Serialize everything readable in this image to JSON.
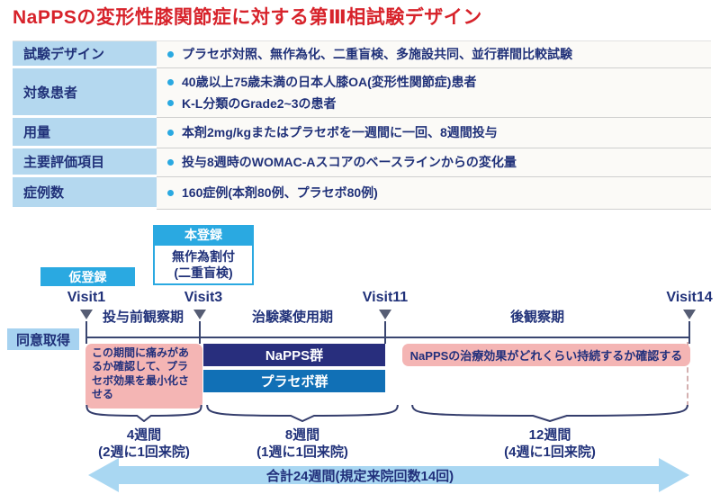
{
  "title": "NaPPSの変形性膝関節症に対する第Ⅲ相試験デザイン",
  "colors": {
    "title_red": "#d7232b",
    "navy_text": "#203179",
    "cyan_accent": "#2aa9e1",
    "table_label_bg": "#b4d8ef",
    "napps_bar": "#282e7d",
    "placebo_bar": "#1170b6",
    "pink_note": "#f4b5b4",
    "consent_bg": "#a6d2f0",
    "arrow_blue": "#a9d7f2"
  },
  "table": {
    "rows": [
      {
        "label": "試験デザイン",
        "items": [
          "プラセボ対照、無作為化、二重盲検、多施設共同、並行群間比較試験"
        ]
      },
      {
        "label": "対象患者",
        "items": [
          "40歳以上75歳未満の日本人膝OA(変形性関節症)患者",
          "K-L分類のGrade2~3の患者"
        ]
      },
      {
        "label": "用量",
        "items": [
          "本剤2mg/kgまたはプラセボを一週間に一回、8週間投与"
        ]
      },
      {
        "label": "主要評価項目",
        "items": [
          "投与8週時のWOMAC-Aスコアのベースラインからの変化量"
        ]
      },
      {
        "label": "症例数",
        "items": [
          "160症例(本剤80例、プラセボ80例)"
        ]
      }
    ]
  },
  "timeline": {
    "pre_registration": "仮登録",
    "registration": "本登録",
    "randomization": "無作為割付\n(二重盲検)",
    "consent": "同意取得",
    "visits": [
      "Visit1",
      "Visit3",
      "Visit11",
      "Visit14"
    ],
    "phases": [
      "投与前観察期",
      "治験薬使用期",
      "後観察期"
    ],
    "arms": [
      "NaPPS群",
      "プラセボ群"
    ],
    "note_left": "この期間に痛みがあるか確認して、プラセボ効果を最小化させる",
    "note_right": "NaPPSの治療効果がどれくらい持続するか確認する",
    "periods": [
      "4週間\n(2週に1回来院)",
      "8週間\n(1週に1回来院)",
      "12週間\n(4週に1回来院)"
    ],
    "total": "合計24週間(規定来院回数14回)"
  }
}
